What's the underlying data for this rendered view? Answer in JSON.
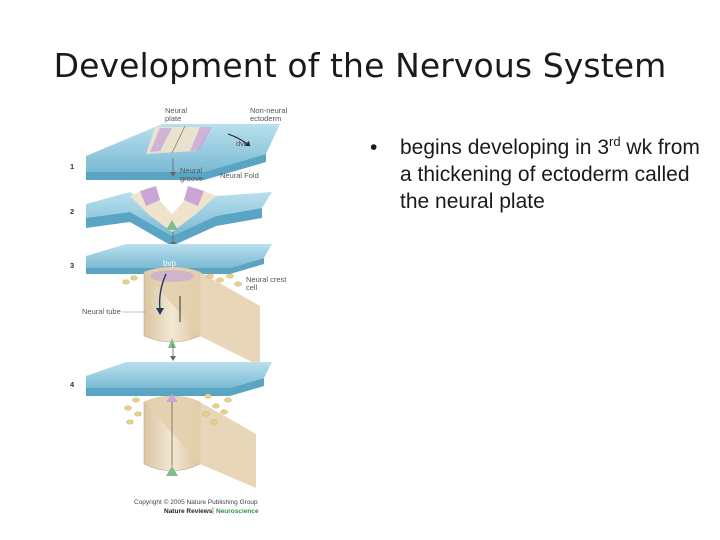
{
  "slide": {
    "title": "Development of the Nervous System"
  },
  "bullets": [
    {
      "marker": "•",
      "prefix": "begins developing in 3",
      "superscript": "rd",
      "suffix": " wk from a thickening of ectoderm called the neural plate"
    }
  ],
  "figure": {
    "labels": {
      "neural_plate": [
        "Neural",
        "plate"
      ],
      "non_neural_ectoderm": [
        "Non-neural",
        "ectoderm"
      ],
      "dve": "dve",
      "neural_groove": [
        "Neural",
        "groove"
      ],
      "neural_fold": "Neural Fold",
      "bvp": "bvp",
      "neural_crest_cell": [
        "Neural crest",
        "cell"
      ],
      "neural_tube": "Neural tube"
    },
    "steps": [
      "1",
      "2",
      "3",
      "4"
    ],
    "copyright": "Copyright © 2005 Nature Publishing Group",
    "journal": "Nature Reviews",
    "journal_section": "Neuroscience",
    "colors": {
      "ectoderm": "#8ec7dc",
      "ectoderm_side": "#5aa4c4",
      "neural_tissue": "#e9d9bd",
      "plate_purple": "#c9a6d6",
      "notochord_green": "#7fbf8f",
      "crest_yellow": "#e8d28a"
    }
  }
}
